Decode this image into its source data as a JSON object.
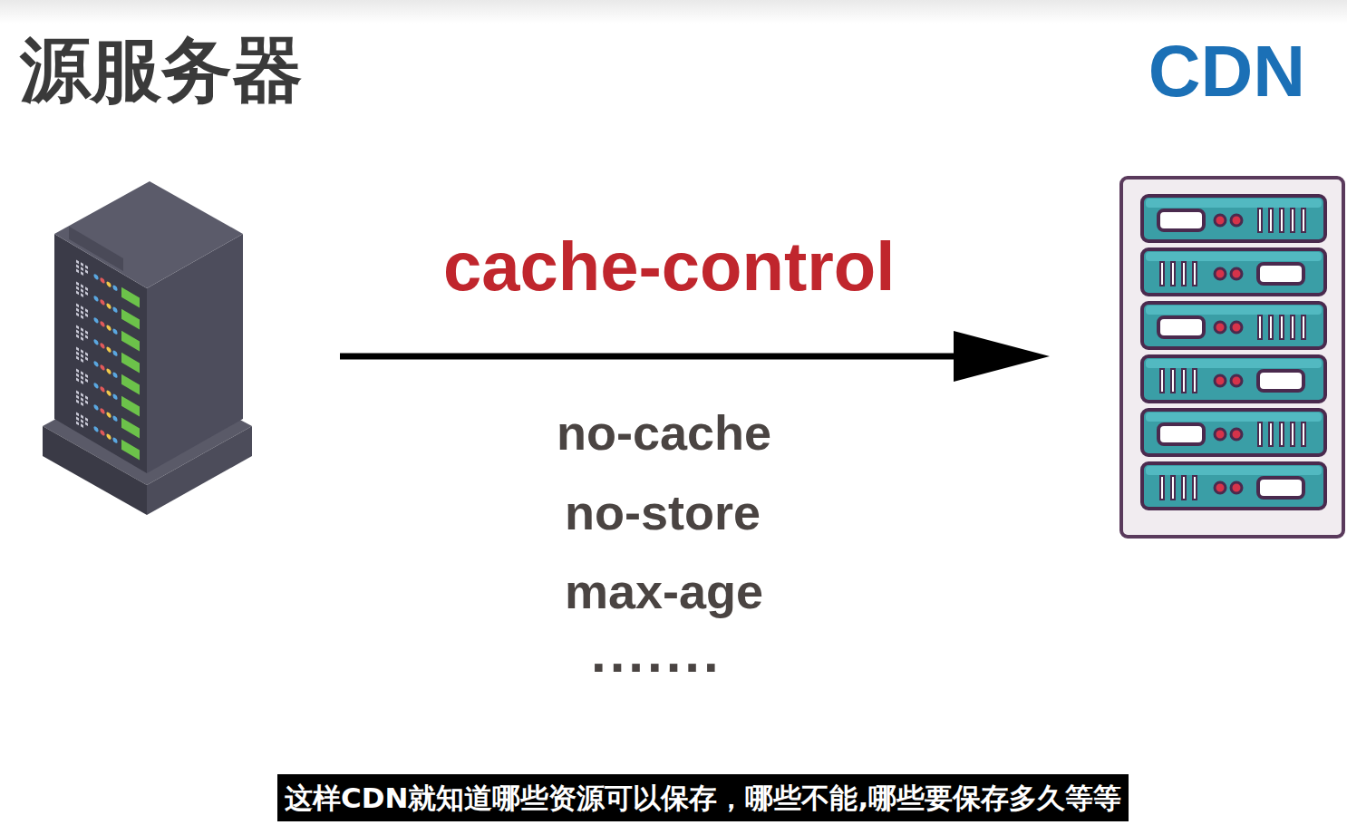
{
  "diagram": {
    "caption": "这样CDN就知道哪些资源可以保存，哪些不能,哪些要保存多久等等",
    "nodes": [
      {
        "text": [
          "源服务器"
        ]
      },
      {
        "text": [
          "CDN"
        ]
      }
    ],
    "edges": [
      {
        "from": 0,
        "to": 1,
        "arrow": "to",
        "label": "cache-control"
      }
    ],
    "labels": [
      "no-cache",
      "no-store",
      "max-age",
      "......."
    ]
  }
}
